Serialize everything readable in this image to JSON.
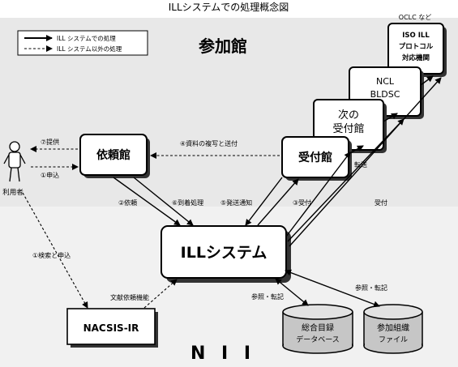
{
  "title": "ILLシステムでの処理概念図",
  "legend": {
    "solid": "ILL システムでの処理",
    "dashed": "ILL システム以外の処理"
  },
  "regions": {
    "participant": "参加館",
    "nii": "N I I"
  },
  "nodes": {
    "user": "利用者",
    "requesting_library": "依頼館",
    "supplying_library": "受付館",
    "next_supplier_line1": "次の",
    "next_supplier_line2": "受付館",
    "ncl_line1": "NCL",
    "ncl_line2": "BLDSC",
    "oclc_note": "OCLC など",
    "iso_line1": "ISO ILL",
    "iso_line2": "プロトコル",
    "iso_line3": "対応機関",
    "ill_system": "ILLシステム",
    "nacsis_ir": "NACSIS-IR",
    "union_catalog_line1": "総合目録",
    "union_catalog_line2": "データベース",
    "participant_file_line1": "参加組織",
    "participant_file_line2": "ファイル"
  },
  "labels": {
    "provide": "⑦提供",
    "apply": "①申込",
    "copy_send": "④資料の複写と送付",
    "transfer": "転送",
    "request": "②依頼",
    "arrival": "⑥到着処理",
    "shipping": "⑤発送通知",
    "receive": "③受付",
    "receive2": "受付",
    "search_apply": "①検索と申込",
    "literature": "文献依頼機能",
    "ref_post": "参照・転記",
    "ref_post2": "参照・転記"
  }
}
